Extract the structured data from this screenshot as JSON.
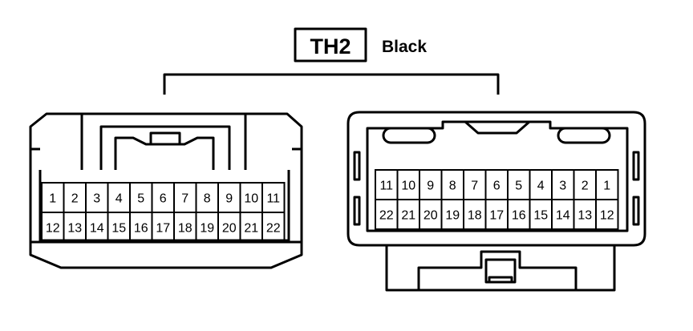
{
  "header": {
    "connector_code": "TH2",
    "color_label": "Black"
  },
  "colors": {
    "line": "#000000",
    "background": "#ffffff"
  },
  "left_connector": {
    "top_row": [
      "1",
      "2",
      "3",
      "4",
      "5",
      "6",
      "7",
      "8",
      "9",
      "10",
      "11"
    ],
    "bottom_row": [
      "12",
      "13",
      "14",
      "15",
      "16",
      "17",
      "18",
      "19",
      "20",
      "21",
      "22"
    ]
  },
  "right_connector": {
    "top_row": [
      "11",
      "10",
      "9",
      "8",
      "7",
      "6",
      "5",
      "4",
      "3",
      "2",
      "1"
    ],
    "bottom_row": [
      "22",
      "21",
      "20",
      "19",
      "18",
      "17",
      "16",
      "15",
      "14",
      "13",
      "12"
    ]
  }
}
